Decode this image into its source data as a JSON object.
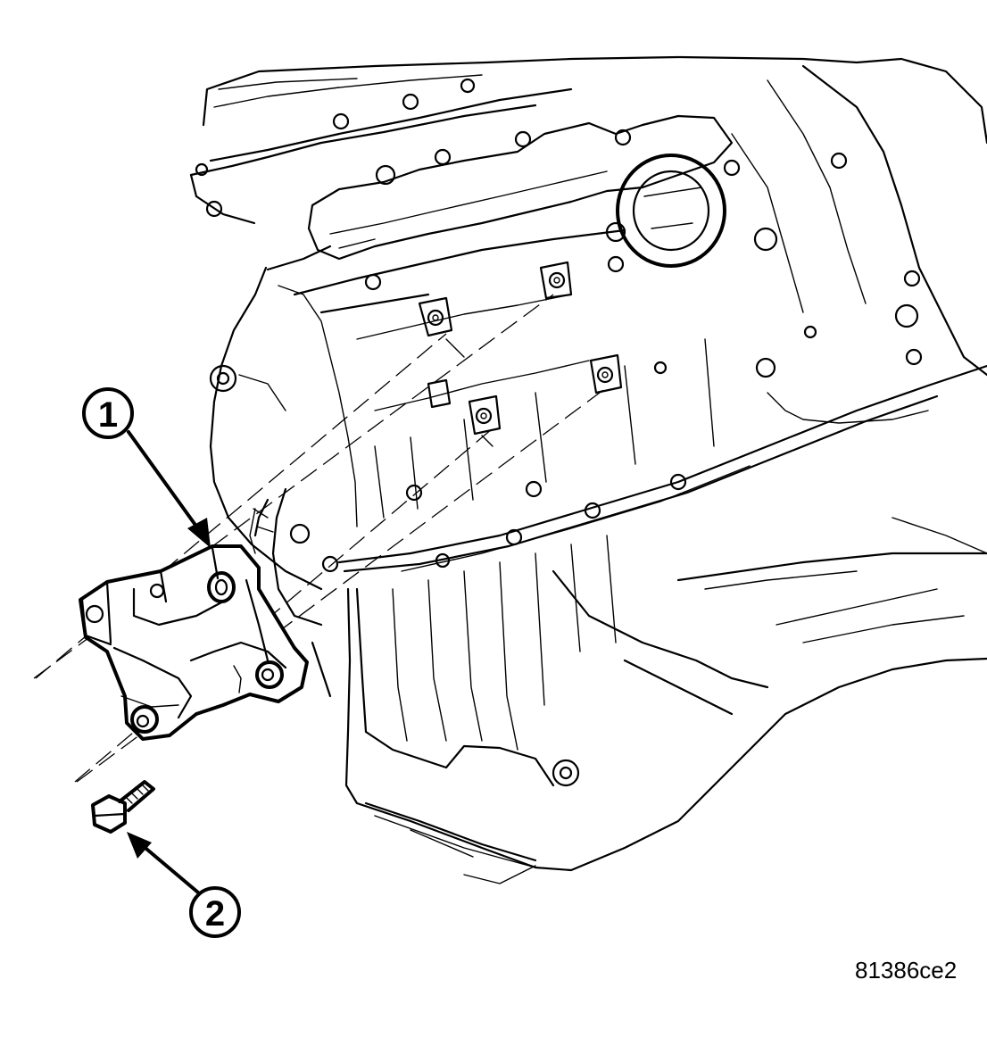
{
  "callouts": [
    {
      "number": "1"
    },
    {
      "number": "2"
    }
  ],
  "figure_id": "81386ce2"
}
